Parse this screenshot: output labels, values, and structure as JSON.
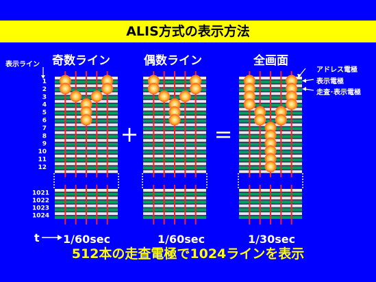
{
  "title": "ALIS方式の表示方法",
  "panels": [
    {
      "label": "奇数ライン",
      "time": "1/60sec"
    },
    {
      "label": "偶数ライン",
      "time": "1/60sec"
    },
    {
      "label": "全画面",
      "time": "1/30sec"
    }
  ],
  "operators": {
    "plus": "+",
    "equals": "="
  },
  "row_axis": {
    "header": "表示ライン",
    "labels_top": [
      "1",
      "2",
      "3",
      "4",
      "5",
      "6",
      "7",
      "8",
      "9",
      "10",
      "11",
      "12"
    ],
    "labels_bottom": [
      "1021",
      "1022",
      "1023",
      "1024"
    ]
  },
  "time_axis_label": "t",
  "legend": [
    {
      "text": "アドレス電極"
    },
    {
      "text": "表示電極"
    },
    {
      "text": "走査･表示電極"
    }
  ],
  "footer": "512本の走査電極で1024ラインを表示",
  "colors": {
    "background": "#0000ff",
    "title_bar": "#ffff00",
    "white_electrode": "#e8e8e8",
    "green_electrode": "#00a060",
    "dark_band": "#3a3a52",
    "address_electrode": "#ff2020",
    "emission": "#ff9a20",
    "footer_text": "#ffff00"
  },
  "glow_positions": {
    "odd": [
      [
        1,
        1
      ],
      [
        1,
        5
      ],
      [
        2,
        1
      ],
      [
        2,
        5
      ],
      [
        3,
        2
      ],
      [
        3,
        4
      ],
      [
        4,
        3
      ],
      [
        5,
        3
      ],
      [
        6,
        3
      ]
    ],
    "even": [
      [
        1,
        1
      ],
      [
        1,
        5
      ],
      [
        2,
        1
      ],
      [
        2,
        5
      ],
      [
        3,
        2
      ],
      [
        3,
        4
      ],
      [
        4,
        3
      ],
      [
        5,
        3
      ],
      [
        6,
        3
      ]
    ],
    "full": [
      [
        1,
        1
      ],
      [
        1,
        5
      ],
      [
        2,
        1
      ],
      [
        2,
        5
      ],
      [
        3,
        1
      ],
      [
        3,
        5
      ],
      [
        4,
        1
      ],
      [
        4,
        5
      ],
      [
        5,
        2
      ],
      [
        5,
        4
      ],
      [
        6,
        2
      ],
      [
        6,
        4
      ],
      [
        7,
        3
      ],
      [
        8,
        3
      ],
      [
        9,
        3
      ],
      [
        10,
        3
      ],
      [
        11,
        3
      ],
      [
        12,
        3
      ]
    ]
  }
}
